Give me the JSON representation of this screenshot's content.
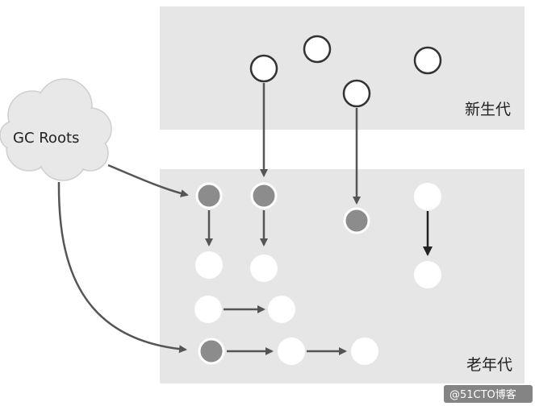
{
  "regions": {
    "young_generation_label": "新生代",
    "old_generation_label": "老年代"
  },
  "gc_roots": {
    "label": "GC Roots"
  },
  "watermark": {
    "text": "@51CTO博客"
  },
  "colors": {
    "region_bg": "#e6e6e6",
    "cloud_fill": "#e8e8e8",
    "cloud_stroke": "#cfcfcf",
    "node_live_fill": "#8c8c8c",
    "node_dead_fill": "#ffffff",
    "node_stroke": "#333333",
    "arrow_stroke": "#555555",
    "dark_arrow_stroke": "#222222"
  }
}
